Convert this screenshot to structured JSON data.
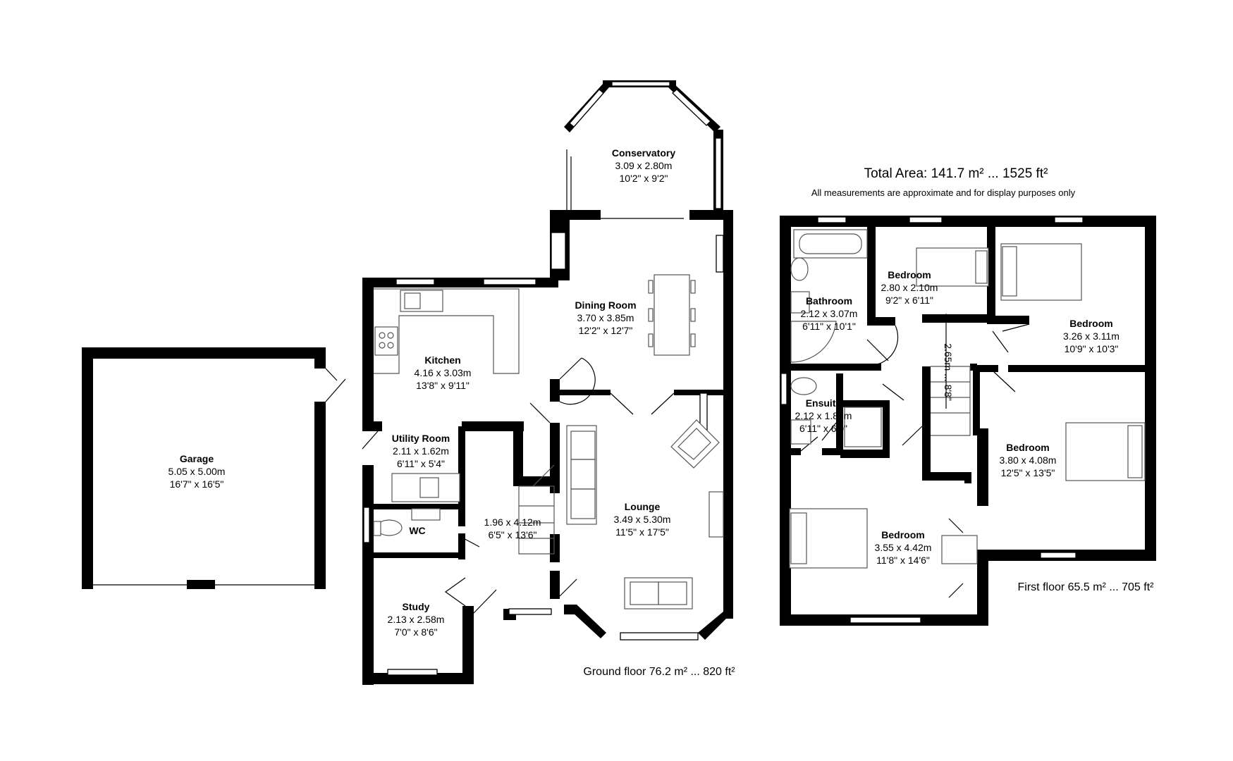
{
  "summary": {
    "total_area": "Total Area: 141.7 m² ... 1525 ft²",
    "disclaimer": "All measurements are approximate and for display purposes only"
  },
  "ground_floor": {
    "caption": "Ground floor 76.2 m² ... 820 ft²",
    "rooms": {
      "garage": {
        "name": "Garage",
        "metric": "5.05 x 5.00m",
        "imperial": "16'7\" x 16'5\""
      },
      "conservatory": {
        "name": "Conservatory",
        "metric": "3.09 x 2.80m",
        "imperial": "10'2\" x 9'2\""
      },
      "dining": {
        "name": "Dining Room",
        "metric": "3.70 x 3.85m",
        "imperial": "12'2\" x 12'7\""
      },
      "kitchen": {
        "name": "Kitchen",
        "metric": "4.16 x 3.03m",
        "imperial": "13'8\" x 9'11\""
      },
      "utility": {
        "name": "Utility Room",
        "metric": "2.11 x 1.62m",
        "imperial": "6'11\" x 5'4\""
      },
      "wc": {
        "name": "WC"
      },
      "hall": {
        "metric": "1.96 x 4.12m",
        "imperial": "6'5\" x 13'6\""
      },
      "lounge": {
        "name": "Lounge",
        "metric": "3.49 x 5.30m",
        "imperial": "11'5\" x 17'5\""
      },
      "study": {
        "name": "Study",
        "metric": "2.13 x 2.58m",
        "imperial": "7'0\" x 8'6\""
      }
    }
  },
  "first_floor": {
    "caption": "First floor 65.5 m² ... 705 ft²",
    "rooms": {
      "bathroom": {
        "name": "Bathroom",
        "metric": "2.12 x 3.07m",
        "imperial": "6'11\" x 10'1\""
      },
      "bedroom_1": {
        "name": "Bedroom",
        "metric": "2.80 x 2.10m",
        "imperial": "9'2\" x 6'11\""
      },
      "bedroom_2": {
        "name": "Bedroom",
        "metric": "3.26 x 3.11m",
        "imperial": "10'9\" x 10'3\""
      },
      "bedroom_3": {
        "name": "Bedroom",
        "metric": "3.80 x 4.08m",
        "imperial": "12'5\" x 13'5\""
      },
      "ensuite": {
        "name": "Ensuite",
        "metric": "2.12 x 1.83m",
        "imperial": "6'11\" x 6'0\""
      },
      "bedroom_4": {
        "name": "Bedroom",
        "metric": "3.55 x 4.42m",
        "imperial": "11'8\" x 14'6\""
      },
      "landing": {
        "dimension": "2.65m ... 8'8\""
      }
    }
  }
}
